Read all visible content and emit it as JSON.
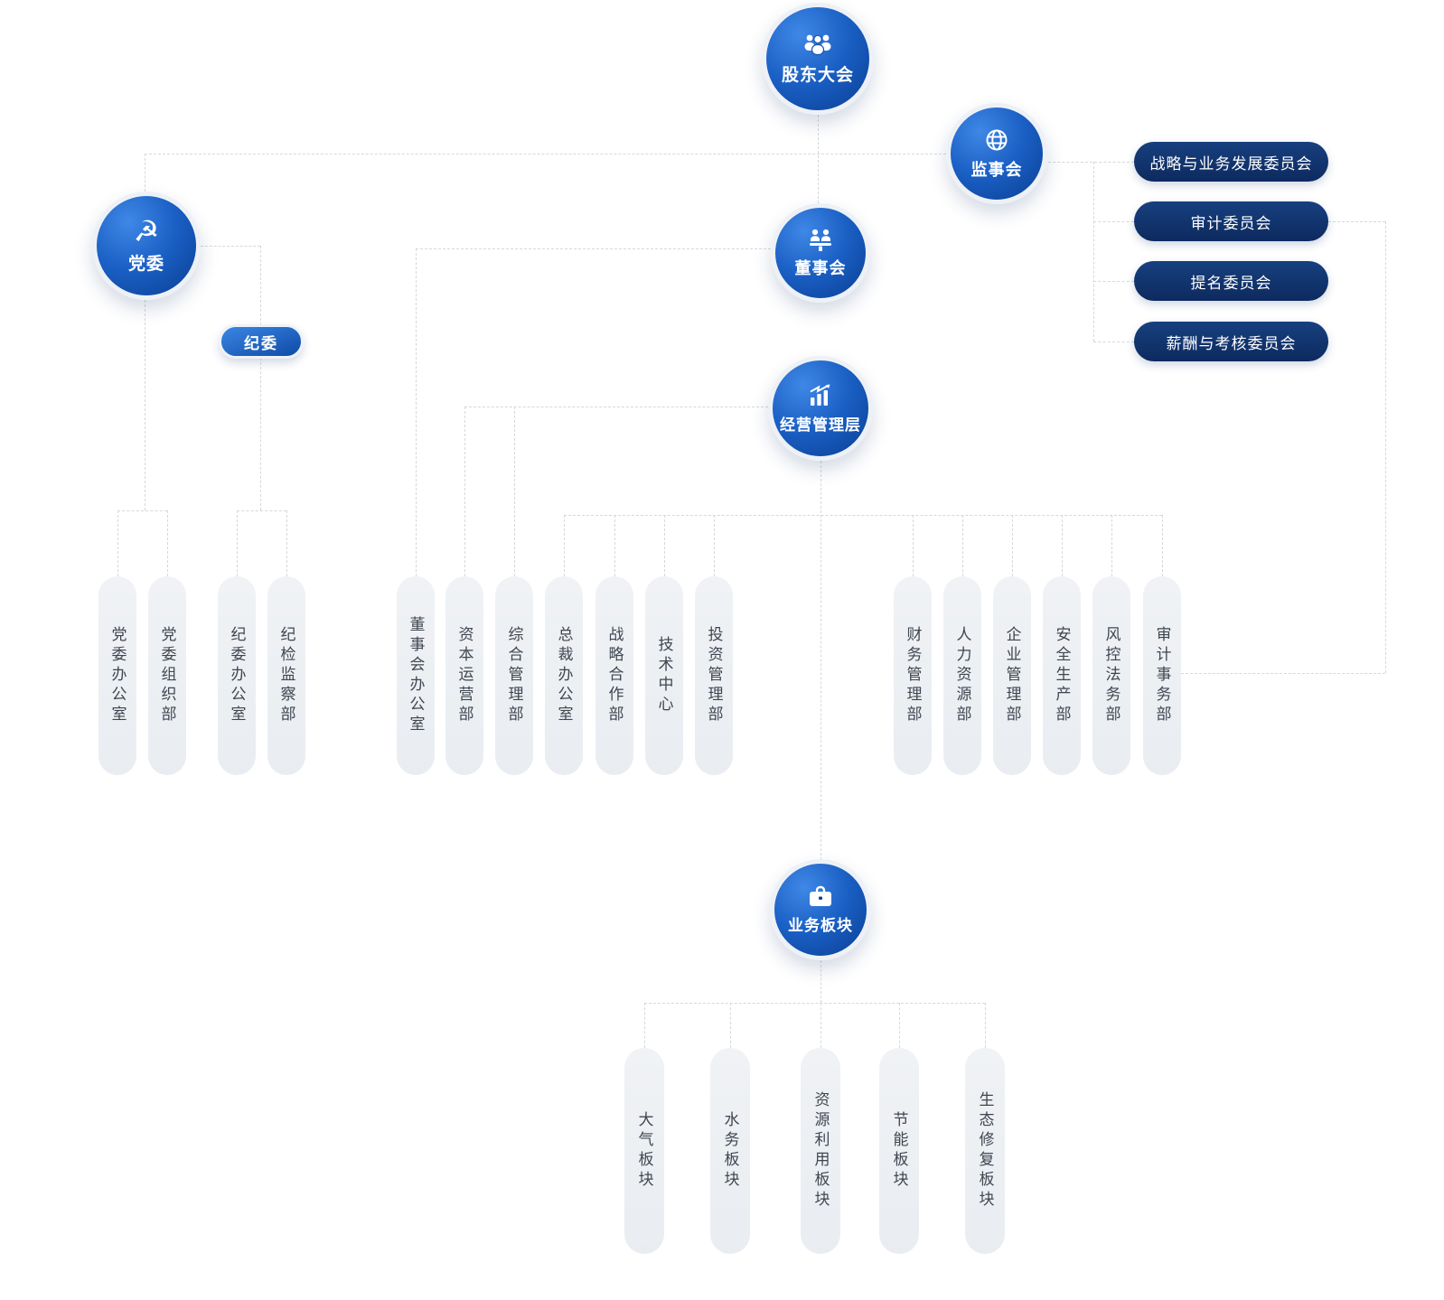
{
  "org": {
    "nodes": {
      "shareholders": "股东大会",
      "supervisory": "监事会",
      "party": "党委",
      "board": "董事会",
      "discipline": "纪委",
      "management": "经营管理层",
      "business": "业务板块"
    },
    "glyphs": {
      "hammer_sickle": "☭"
    },
    "committees": [
      "战略与业务发展委员会",
      "审计委员会",
      "提名委员会",
      "薪酬与考核委员会"
    ],
    "party_departments": [
      "党委办公室",
      "党委组织部",
      "纪委办公室",
      "纪检监察部"
    ],
    "admin_departments": [
      "董事会办公室",
      "资本运营部",
      "综合管理部",
      "总裁办公室",
      "战略合作部",
      "技术中心",
      "投资管理部"
    ],
    "functional_departments": [
      "财务管理部",
      "人力资源部",
      "企业管理部",
      "安全生产部",
      "风控法务部",
      "审计事务部"
    ],
    "business_segments": [
      "大气板块",
      "水务板块",
      "资源利用板块",
      "节能板块",
      "生态修复板块"
    ],
    "colors": {
      "node_gradient_start": "#3f88e6",
      "node_gradient_end": "#0a3e92",
      "committee_navy": "#10306b",
      "pill_gray": "#eef1f4",
      "connector_gray": "#d5d8dc"
    }
  }
}
